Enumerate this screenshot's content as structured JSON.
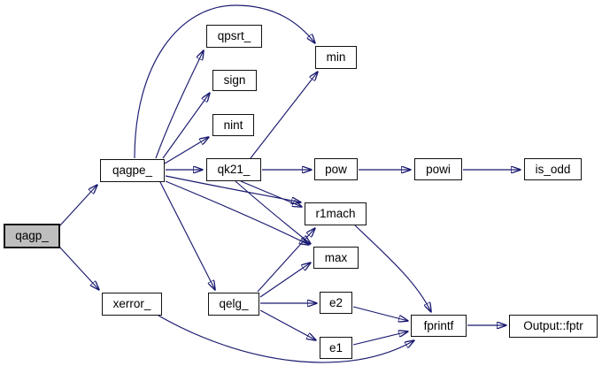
{
  "diagram": {
    "kind": "call-graph",
    "edge_color": "#191970",
    "node_fill": "#ffffff",
    "node_border": "#111111",
    "highlight_fill": "#bebebe",
    "nodes": {
      "qagp": {
        "label": "qagp_",
        "highlighted": true
      },
      "qagpe": {
        "label": "qagpe_"
      },
      "xerror": {
        "label": "xerror_"
      },
      "qpsrt": {
        "label": "qpsrt_"
      },
      "sign": {
        "label": "sign"
      },
      "nint": {
        "label": "nint"
      },
      "qk21": {
        "label": "qk21_"
      },
      "min": {
        "label": "min"
      },
      "pow": {
        "label": "pow"
      },
      "powi": {
        "label": "powi"
      },
      "is_odd": {
        "label": "is_odd"
      },
      "r1mach": {
        "label": "r1mach"
      },
      "max": {
        "label": "max"
      },
      "qelg": {
        "label": "qelg_"
      },
      "e2": {
        "label": "e2"
      },
      "e1": {
        "label": "e1"
      },
      "fprintf": {
        "label": "fprintf"
      },
      "output_fptr": {
        "label": "Output::fptr"
      }
    },
    "edges": [
      {
        "from": "qagp_",
        "to": "qagpe_"
      },
      {
        "from": "qagp_",
        "to": "xerror_"
      },
      {
        "from": "qagpe_",
        "to": "qpsrt_"
      },
      {
        "from": "qagpe_",
        "to": "sign"
      },
      {
        "from": "qagpe_",
        "to": "nint"
      },
      {
        "from": "qagpe_",
        "to": "qk21_"
      },
      {
        "from": "qagpe_",
        "to": "min"
      },
      {
        "from": "qagpe_",
        "to": "r1mach"
      },
      {
        "from": "qagpe_",
        "to": "max"
      },
      {
        "from": "qagpe_",
        "to": "qelg_"
      },
      {
        "from": "qk21_",
        "to": "min"
      },
      {
        "from": "qk21_",
        "to": "pow"
      },
      {
        "from": "qk21_",
        "to": "r1mach"
      },
      {
        "from": "qk21_",
        "to": "max"
      },
      {
        "from": "pow",
        "to": "powi"
      },
      {
        "from": "powi",
        "to": "is_odd"
      },
      {
        "from": "qelg_",
        "to": "r1mach"
      },
      {
        "from": "qelg_",
        "to": "max"
      },
      {
        "from": "qelg_",
        "to": "e2"
      },
      {
        "from": "qelg_",
        "to": "e1"
      },
      {
        "from": "e2",
        "to": "fprintf"
      },
      {
        "from": "e1",
        "to": "fprintf"
      },
      {
        "from": "r1mach",
        "to": "fprintf"
      },
      {
        "from": "xerror_",
        "to": "fprintf"
      },
      {
        "from": "fprintf",
        "to": "Output::fptr"
      }
    ]
  }
}
